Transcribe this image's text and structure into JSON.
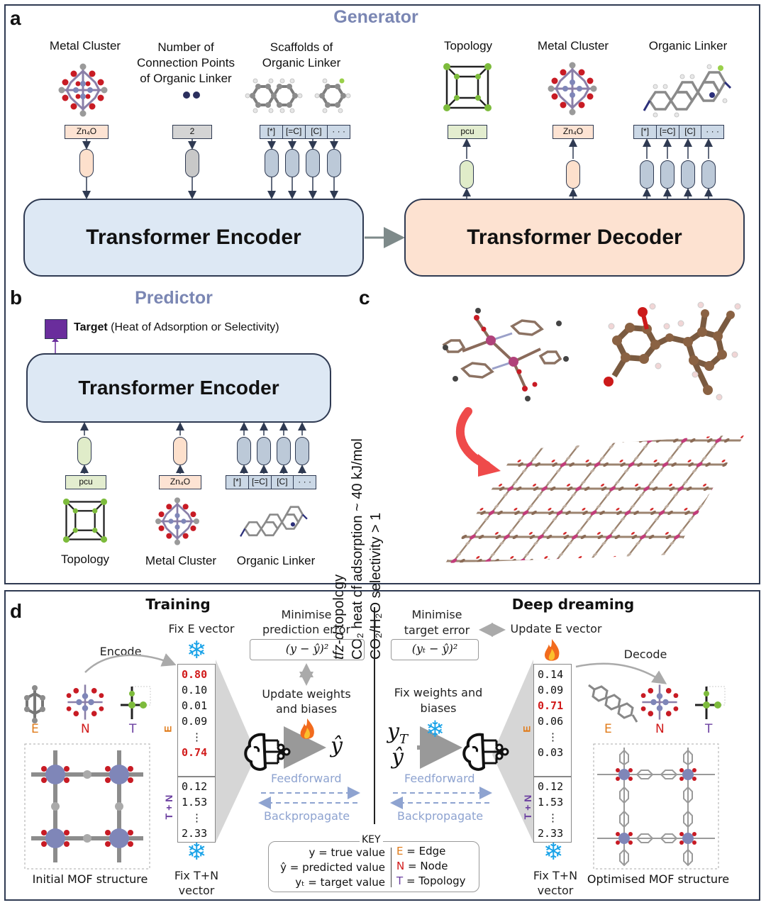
{
  "panel_a": {
    "letter": "a",
    "title": "Generator",
    "inputs": {
      "metal_cluster": "Metal Cluster",
      "num_points_l1": "Number of",
      "num_points_l2": "Connection Points",
      "num_points_l3": "of Organic Linker",
      "scaffolds_l1": "Scaffolds of",
      "scaffolds_l2": "Organic Linker"
    },
    "outputs": {
      "topology": "Topology",
      "metal_cluster": "Metal Cluster",
      "organic_linker": "Organic Linker"
    },
    "tokens": {
      "zn4o": "Zn₄O",
      "two": "2",
      "pcu": "pcu",
      "linker": [
        "[*]",
        "[=C]",
        "[C]",
        "· · ·"
      ]
    },
    "encoder": "Transformer Encoder",
    "decoder": "Transformer Decoder"
  },
  "panel_b": {
    "letter": "b",
    "title": "Predictor",
    "target_bold": "Target",
    "target_rest": "(Heat of  Adsorption or Selectivity)",
    "encoder": "Transformer Encoder",
    "labels": {
      "topology": "Topology",
      "metal_cluster": "Metal Cluster",
      "organic_linker": "Organic Linker"
    },
    "tokens": {
      "pcu": "pcu",
      "zn4o": "Zn₄O",
      "linker": [
        "[*]",
        "[=C]",
        "[C]",
        "· · ·"
      ]
    }
  },
  "panel_c": {
    "letter": "c",
    "line1_italic": "tfz-d",
    "line1_rest": " topology",
    "line2": "CO₂ heat of adsorption ~ 40 kJ/mol",
    "line3": "CO₂/H₂O selectivity > 1"
  },
  "panel_d": {
    "letter": "d",
    "training": "Training",
    "deep_dreaming": "Deep dreaming",
    "encode": "Encode",
    "decode": "Decode",
    "fix_e_vector": "Fix E vector",
    "minimise_pred_l1": "Minimise",
    "minimise_pred_l2": "prediction error",
    "minimise_target_l1": "Minimise",
    "minimise_target_l2": "target error",
    "update_e_vector": "Update E vector",
    "formula_left": "(y − ŷ)²",
    "formula_right": "(yₜ − ŷ)²",
    "update_weights_l1": "Update weights",
    "update_weights_l2": "and biases",
    "fix_weights_l1": "Fix weights and",
    "fix_weights_l2": "biases",
    "feedforward": "Feedforward",
    "backpropagate": "Backpropagate",
    "yhat": "ŷ",
    "yT": "y",
    "yT_sub": "T",
    "e_letter": "E",
    "n_letter": "N",
    "t_letter": "T",
    "tn_label": "T + N",
    "left_e_values": [
      "0.80",
      "0.10",
      "0.01",
      "0.09",
      "⋮",
      "0.74"
    ],
    "left_tn_values": [
      "0.12",
      "1.53",
      "⋮",
      "2.33"
    ],
    "right_e_values": [
      "0.14",
      "0.09",
      "0.71",
      "0.06",
      "⋮",
      "0.03"
    ],
    "right_tn_values": [
      "0.12",
      "1.53",
      "⋮",
      "2.33"
    ],
    "fix_tn_l1": "Fix T+N",
    "fix_tn_l2": "vector",
    "initial_mof": "Initial MOF structure",
    "optimised_mof": "Optimised MOF structure",
    "key": {
      "title": "KEY",
      "y_true": "y = true value",
      "y_pred": "ŷ = predicted value",
      "y_target": "yₜ = target value",
      "edge": "= Edge",
      "node": "= Node",
      "topology": "= Topology"
    }
  },
  "colors": {
    "accent_title": "#7a86b3",
    "red_value": "#d11a1a",
    "edge": "#e07b1a",
    "node": "#d11a1a",
    "topology": "#6b3fa0",
    "snow": "#1aa3e8",
    "flame": "#f26b1d"
  }
}
